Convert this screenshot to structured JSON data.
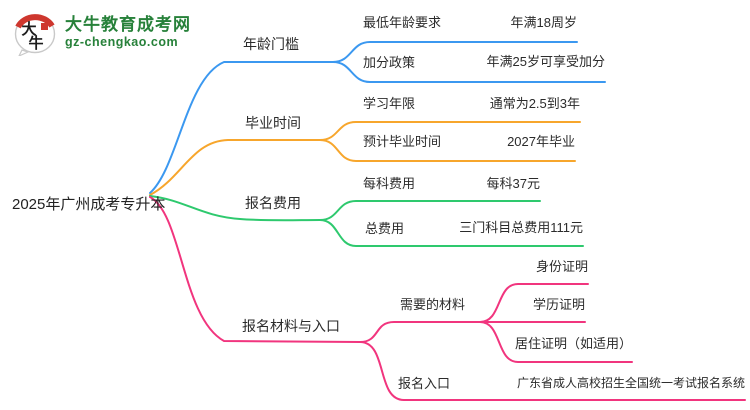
{
  "logo": {
    "icon_char_top": "大",
    "icon_char_bottom": "牛",
    "site_name": "大牛教育成考网",
    "site_url": "gz-chengkao.com",
    "brand_green": "#27813A",
    "seal_red": "#CE372E"
  },
  "mindmap": {
    "root": {
      "label": "2025年广州成考专升本"
    },
    "branches": [
      {
        "label": "年龄门槛",
        "color": "#3B98F0",
        "children": [
          {
            "label": "最低年龄要求",
            "value": "年满18周岁"
          },
          {
            "label": "加分政策",
            "value": "年满25岁可享受加分"
          }
        ]
      },
      {
        "label": "毕业时间",
        "color": "#F7A62C",
        "children": [
          {
            "label": "学习年限",
            "value": "通常为2.5到3年"
          },
          {
            "label": "预计毕业时间",
            "value": "2027年毕业"
          }
        ]
      },
      {
        "label": "报名费用",
        "color": "#2EC96E",
        "children": [
          {
            "label": "每科费用",
            "value": "每科37元"
          },
          {
            "label": "总费用",
            "value": "三门科目总费用111元"
          }
        ]
      },
      {
        "label": "报名材料与入口",
        "color": "#F1357E",
        "children": [
          {
            "label": "需要的材料",
            "items": [
              "身份证明",
              "学历证明",
              "居住证明（如适用）"
            ]
          },
          {
            "label": "报名入口",
            "value": "广东省成人高校招生全国统一考试报名系统"
          }
        ]
      }
    ]
  }
}
